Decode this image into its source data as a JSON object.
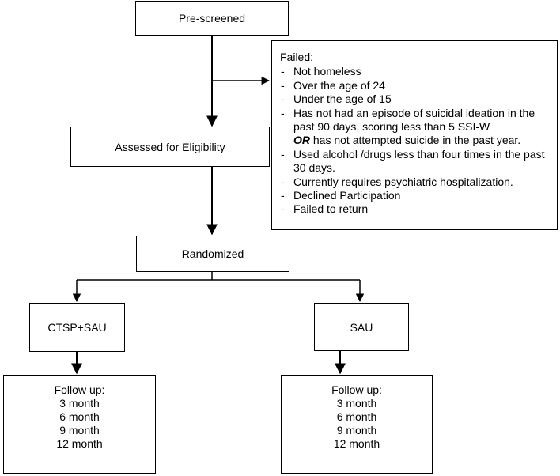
{
  "nodes": {
    "prescreened": "Pre-screened",
    "assessed": "Assessed for Eligibility",
    "randomized": "Randomized",
    "ctsp_sau": "CTSP+SAU",
    "sau": "SAU"
  },
  "exclusion": {
    "header": "Failed:",
    "items": [
      "Not homeless",
      "Over the age of 24",
      "Under the age of 15",
      "Has not had an episode of suicidal ideation in the past 90 days, scoring less than 5 SSI-W",
      "Used alcohol /drugs less than four times in the past 30 days.",
      "Currently requires psychiatric hospitalization.",
      "Declined Participation",
      "Failed to return"
    ],
    "or_word": "OR",
    "or_rest": " has not attempted suicide in the past year."
  },
  "followup_left": {
    "title": "Follow up:",
    "items": [
      "3 month",
      "6 month",
      "9 month",
      "12 month"
    ]
  },
  "followup_right": {
    "title": "Follow up:",
    "items": [
      "3 month",
      "6 month",
      "9 month",
      "12 month"
    ]
  }
}
